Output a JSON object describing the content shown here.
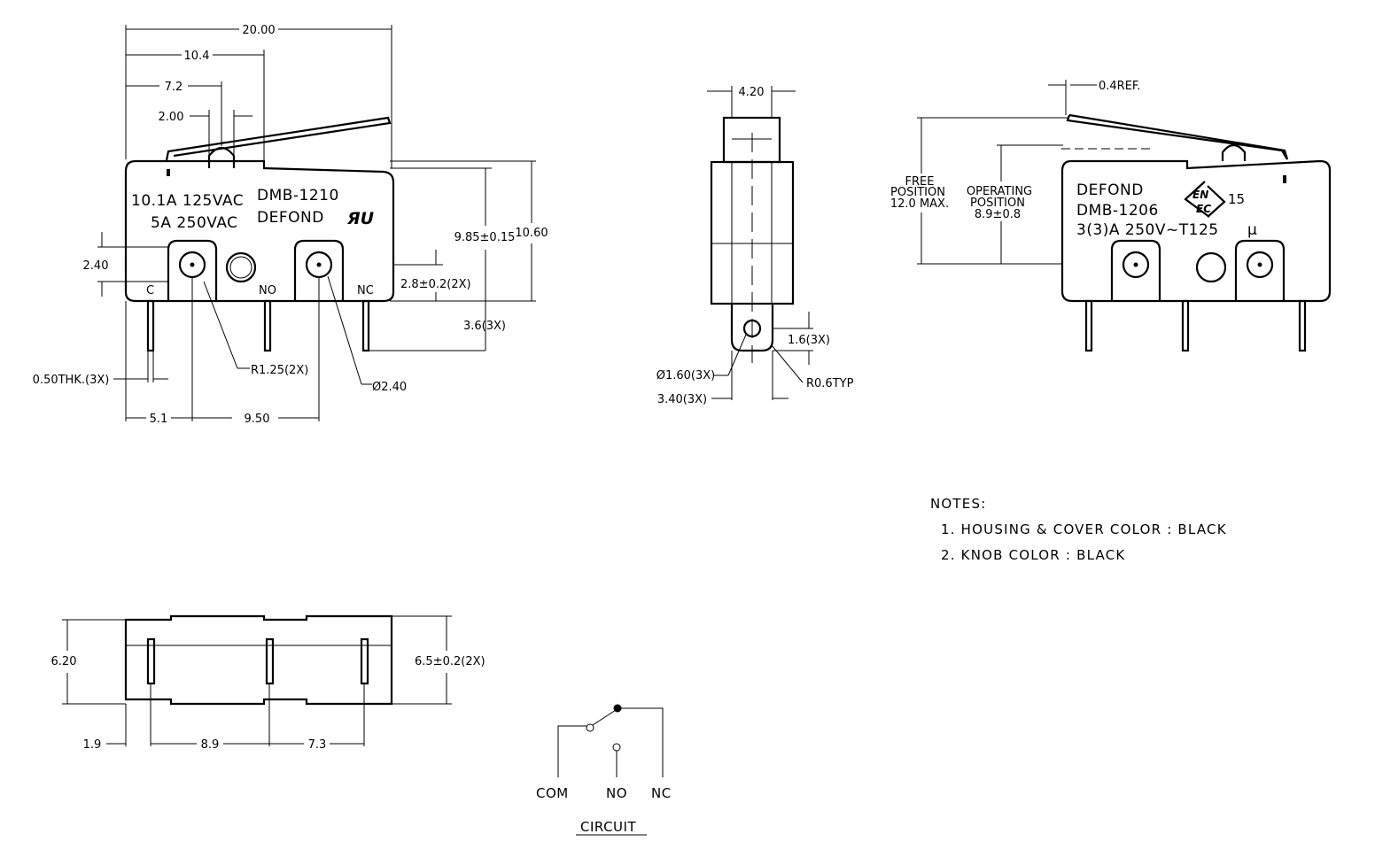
{
  "front_view": {
    "dims": {
      "overall_width": "20.00",
      "lever_pivot": "10.4",
      "actuator_pos": "7.2",
      "actuator_width": "2.00",
      "height_tol": "9.85±0.15",
      "height": "10.60",
      "hole_height": "2.40",
      "terminal_spacing_tol": "2.8±0.2(2X)",
      "terminal_length": "3.6(3X)",
      "terminal_thickness": "0.50THK.(3X)",
      "radius": "R1.25(2X)",
      "hole_diameter": "Ø2.40",
      "offset_c": "5.1",
      "hole_spacing": "9.50"
    },
    "marking": {
      "line1": "10.1A 125VAC",
      "line2": "5A 250VAC",
      "model": "DMB-1210",
      "brand": "DEFOND",
      "ul_mark": "ЯU"
    },
    "terminals": {
      "c": "C",
      "no": "NO",
      "nc": "NC"
    }
  },
  "side_view": {
    "dims": {
      "width": "4.20",
      "hole_center": "1.6(3X)",
      "hole_diameter": "Ø1.60(3X)",
      "tab_width": "3.40(3X)",
      "radius": "R0.6TYP"
    }
  },
  "back_view": {
    "dims": {
      "lever_ref": "0.4REF.",
      "free_label_1": "FREE",
      "free_label_2": "POSITION",
      "free_label_3": "12.0  MAX.",
      "op_label_1": "OPERATING",
      "op_label_2": "POSITION",
      "op_label_3": "8.9±0.8"
    },
    "marking": {
      "brand": "DEFOND",
      "model": "DMB-1206",
      "rating": "3(3)A  250V~T125",
      "mu": "μ",
      "enec_1": "EN",
      "enec_2": "EC",
      "enec_num": "15"
    }
  },
  "bottom_view": {
    "dims": {
      "depth": "6.20",
      "pin_tol": "6.5±0.2(2X)",
      "edge_offset": "1.9",
      "pitch_1": "8.9",
      "pitch_2": "7.3"
    }
  },
  "circuit": {
    "com": "COM",
    "no": "NO",
    "nc": "NC",
    "title": "CIRCUIT"
  },
  "notes": {
    "title": "NOTES:",
    "items": [
      "1. HOUSING & COVER COLOR : BLACK",
      "2. KNOB COLOR : BLACK"
    ]
  }
}
